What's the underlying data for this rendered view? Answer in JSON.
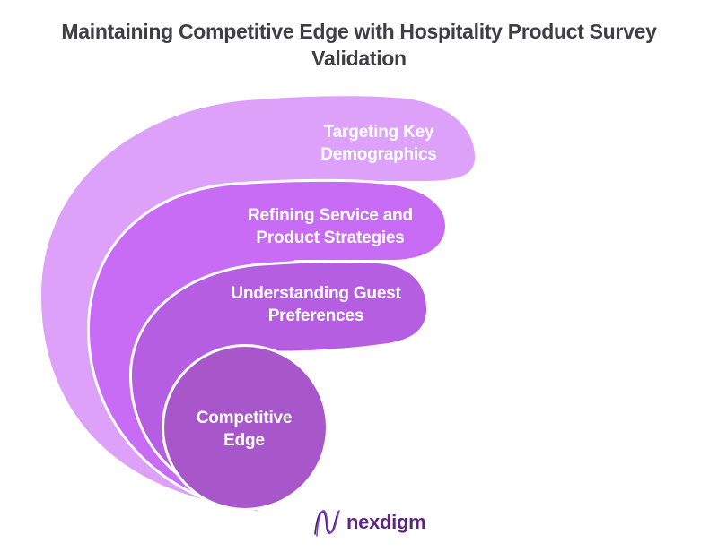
{
  "title": "Maintaining Competitive Edge with Hospitality Product Survey Validation",
  "diagram": {
    "label_color": "#FFFFFF",
    "gap_color": "#FFFFFF",
    "layers": [
      {
        "label": "Targeting Key Demographics",
        "color": "#DDA1FA"
      },
      {
        "label": "Refining Service and Product Strategies",
        "color": "#C96CF5"
      },
      {
        "label": "Understanding Guest Preferences",
        "color": "#B65EE1"
      },
      {
        "label": "Competitive Edge",
        "color": "#A757C9"
      }
    ]
  },
  "footer": {
    "logo_text": "nexdigm",
    "logo_text_color": "#5C2483",
    "logo_icon": "nexdigm-wave-n-icon",
    "logo_icon_colors": {
      "dark": "#33255B",
      "purple": "#8B3DD6"
    }
  }
}
